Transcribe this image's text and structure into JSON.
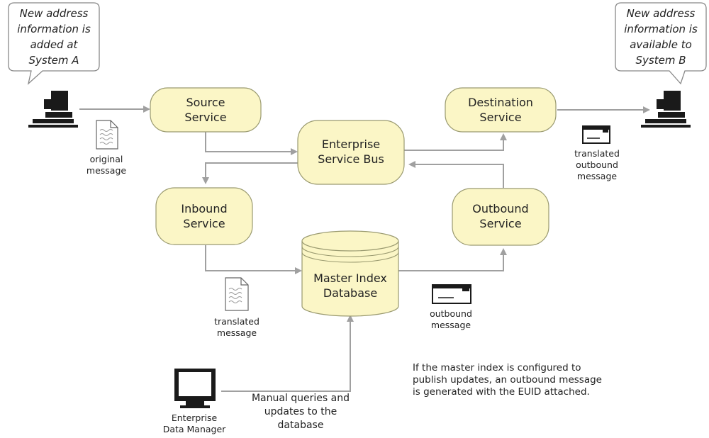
{
  "callouts": {
    "system_a": [
      "New address",
      "information is",
      "added at",
      "System A"
    ],
    "system_b": [
      "New address",
      "information is",
      "available to",
      "System B"
    ]
  },
  "nodes": {
    "source_service": [
      "Source",
      "Service"
    ],
    "destination_service": [
      "Destination",
      "Service"
    ],
    "enterprise_service_bus": [
      "Enterprise",
      "Service Bus"
    ],
    "inbound_service": [
      "Inbound",
      "Service"
    ],
    "outbound_service": [
      "Outbound",
      "Service"
    ],
    "master_index_database": [
      "Master Index",
      "Database"
    ]
  },
  "documents": {
    "original_message": [
      "original",
      "message"
    ],
    "translated_outbound_message": [
      "translated",
      "outbound",
      "message"
    ],
    "translated_message": [
      "translated",
      "message"
    ],
    "outbound_message": [
      "outbound",
      "message"
    ]
  },
  "edm_label": [
    "Enterprise",
    "Data Manager"
  ],
  "manual_label": [
    "Manual queries and",
    "updates to the",
    "database"
  ],
  "note": [
    "If the master index is configured to",
    "publish updates, an outbound message",
    "is generated with the EUID attached."
  ],
  "colors": {
    "node_fill": "#fbf6c6",
    "node_stroke": "#9a9a70",
    "arrow": "#a0a0a0",
    "icon_dark": "#1a1a1a"
  },
  "icons": {
    "computer": "desktop-computer-icon",
    "document": "document-icon",
    "envelope": "envelope-icon",
    "monitor": "monitor-icon"
  }
}
